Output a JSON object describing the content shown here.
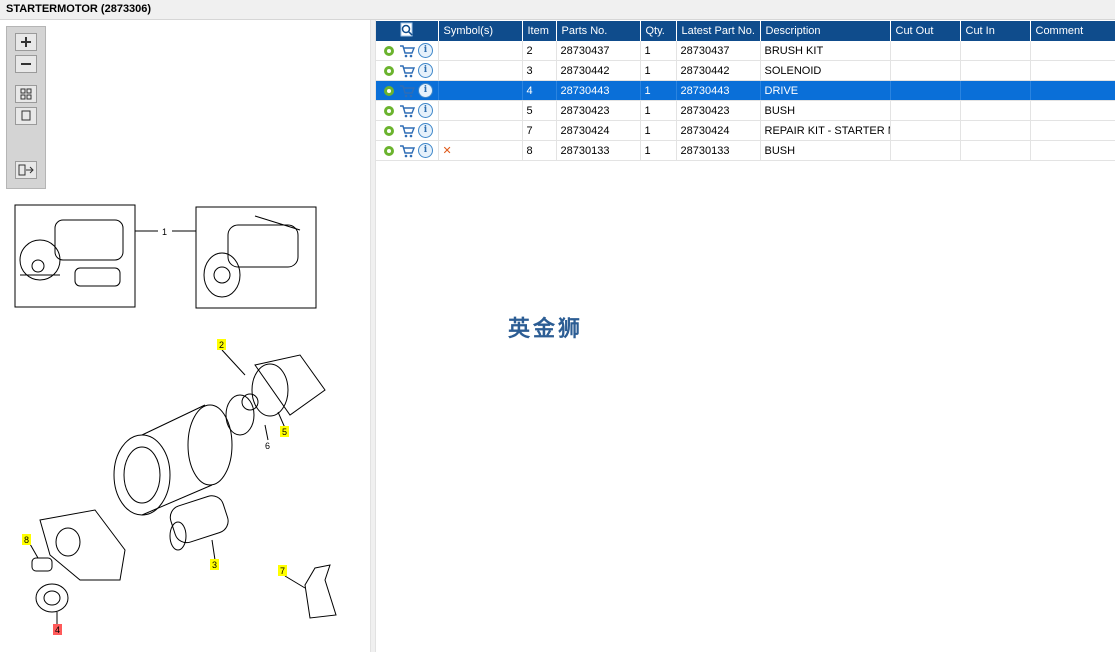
{
  "window": {
    "title": "STARTERMOTOR (2873306)"
  },
  "zoom_toolbar": {
    "buttons": [
      "zoom-in-icon",
      "zoom-out-icon",
      "fit-icon",
      "actual-size-icon",
      "export-icon"
    ]
  },
  "diagram": {
    "callouts": {
      "assembly": "1",
      "c2": "2",
      "c3": "3",
      "c4": "4",
      "c5": "5",
      "c6": "6",
      "c7": "7",
      "c8": "8"
    },
    "colors": {
      "highlight": "#ffff00",
      "selected": "#ff5a5a"
    }
  },
  "grid": {
    "header_icon": "search-doc-icon",
    "columns": [
      "Symbol(s)",
      "Item",
      "Parts No.",
      "Qty.",
      "Latest Part No.",
      "Description",
      "Cut Out",
      "Cut In",
      "Comment"
    ],
    "rows": [
      {
        "item": "2",
        "part_no": "28730437",
        "qty": "1",
        "latest": "28730437",
        "desc": "BRUSH KIT",
        "cut_out": "",
        "cut_in": "",
        "comment": "",
        "symbol": ""
      },
      {
        "item": "3",
        "part_no": "28730442",
        "qty": "1",
        "latest": "28730442",
        "desc": "SOLENOID",
        "cut_out": "",
        "cut_in": "",
        "comment": "",
        "symbol": ""
      },
      {
        "item": "4",
        "part_no": "28730443",
        "qty": "1",
        "latest": "28730443",
        "desc": "DRIVE",
        "cut_out": "",
        "cut_in": "",
        "comment": "",
        "symbol": ""
      },
      {
        "item": "5",
        "part_no": "28730423",
        "qty": "1",
        "latest": "28730423",
        "desc": "BUSH",
        "cut_out": "",
        "cut_in": "",
        "comment": "",
        "symbol": ""
      },
      {
        "item": "7",
        "part_no": "28730424",
        "qty": "1",
        "latest": "28730424",
        "desc": "REPAIR KIT - STARTER MOTOR",
        "cut_out": "",
        "cut_in": "",
        "comment": "",
        "symbol": ""
      },
      {
        "item": "8",
        "part_no": "28730133",
        "qty": "1",
        "latest": "28730133",
        "desc": "BUSH",
        "cut_out": "",
        "cut_in": "",
        "comment": "",
        "symbol": "✕"
      }
    ],
    "selected_row": 2,
    "colors": {
      "header": "#0f4c8c",
      "selected": "#0a6fd8"
    }
  },
  "watermark": "英金狮"
}
